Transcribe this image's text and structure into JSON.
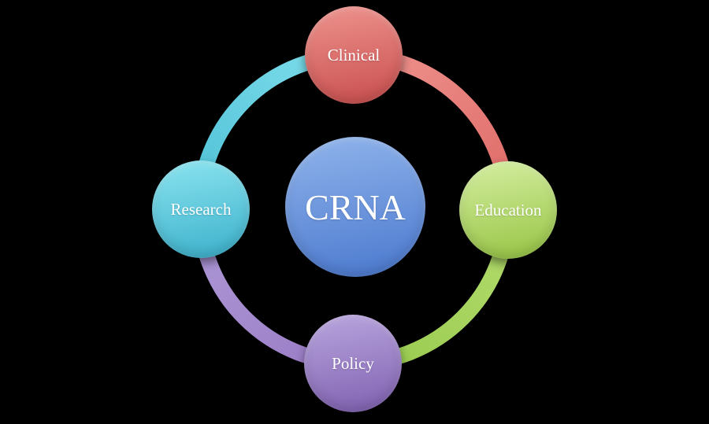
{
  "diagram": {
    "background": "#000000",
    "text_color": "#ffffff",
    "center": {
      "label": "CRNA",
      "colors": {
        "top": "#90b4eb",
        "bottom": "#4a78ce"
      }
    },
    "nodes": [
      {
        "id": "clinical",
        "label": "Clinical",
        "position": "top",
        "colors": {
          "top": "#ee938e",
          "bottom": "#c84e4d"
        }
      },
      {
        "id": "education",
        "label": "Education",
        "position": "right",
        "colors": {
          "top": "#d5eea1",
          "bottom": "#96c443"
        }
      },
      {
        "id": "policy",
        "label": "Policy",
        "position": "bottom",
        "colors": {
          "top": "#b9a6de",
          "bottom": "#7f60b0"
        }
      },
      {
        "id": "research",
        "label": "Research",
        "position": "left",
        "colors": {
          "top": "#8be4ef",
          "bottom": "#3bb0cb"
        }
      }
    ],
    "arcs": [
      {
        "id": "research-to-clinical",
        "from_color": "#4fc0d6",
        "to_color": "#80dfec"
      },
      {
        "id": "clinical-to-education",
        "from_color": "#ef948f",
        "to_color": "#de6a66"
      },
      {
        "id": "education-to-policy",
        "from_color": "#b3dc6e",
        "to_color": "#98ca4d"
      },
      {
        "id": "policy-to-research",
        "from_color": "#997bc5",
        "to_color": "#ae99d6"
      }
    ]
  }
}
